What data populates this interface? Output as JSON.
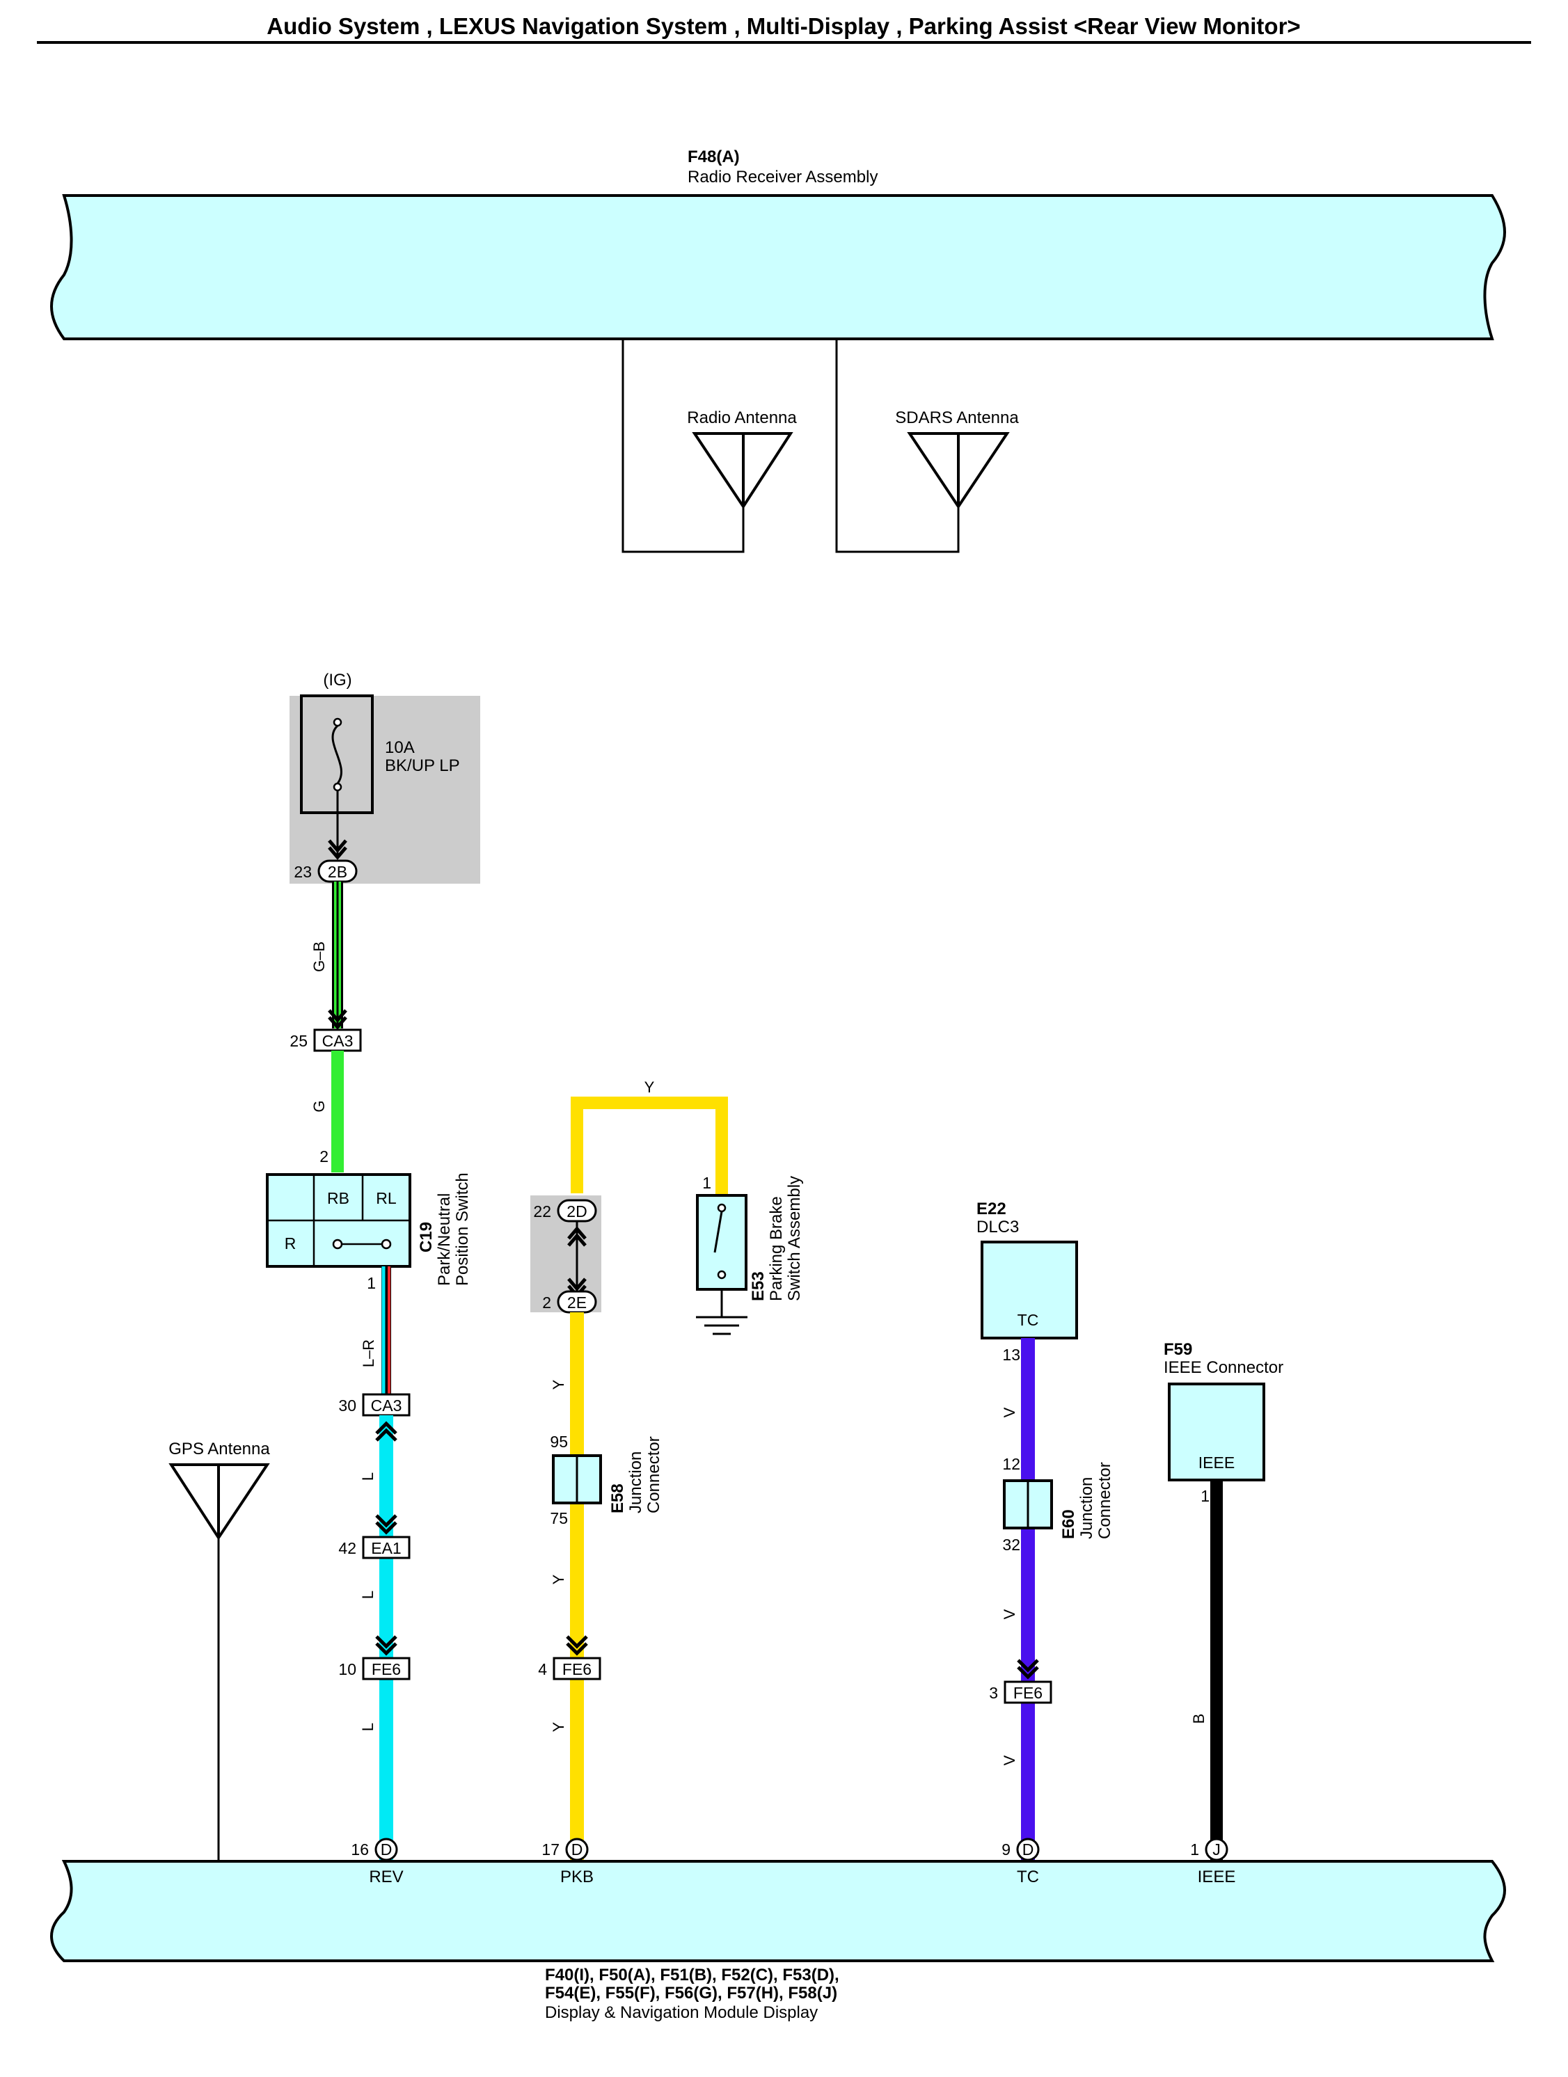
{
  "title": "Audio System , LEXUS Navigation System , Multi-Display , Parking Assist <Rear View Monitor>",
  "colors": {
    "component_fill": "#ccffff",
    "relay_box_fill": "#cccccc",
    "wire_g": "#33ee33",
    "wire_l": "#00eaf5",
    "wire_y": "#ffe000",
    "wire_v": "#4a10ee",
    "wire_b": "#000000",
    "wire_r": "#ff2a2a"
  },
  "radio_receiver": {
    "code": "F48(A)",
    "name": "Radio Receiver Assembly"
  },
  "radio_antenna": {
    "name": "Radio Antenna"
  },
  "sdars_antenna": {
    "name": "SDARS Antenna"
  },
  "gps_antenna": {
    "name": "GPS Antenna"
  },
  "fuse": {
    "supply": "(IG)",
    "rating": "10A",
    "name": "BK/UP LP",
    "pin": "23",
    "connector": "2B"
  },
  "wires": {
    "g_b": "G–B",
    "g": "G",
    "l_r": "L–R",
    "l": "L",
    "y": "Y",
    "v": "V",
    "b": "B"
  },
  "connectors": {
    "ca3_top": {
      "pin": "25",
      "code": "CA3"
    },
    "ca3_bottom": {
      "pin": "30",
      "code": "CA3"
    },
    "ea1": {
      "pin": "42",
      "code": "EA1"
    },
    "fe6_rev": {
      "pin": "10",
      "code": "FE6"
    },
    "fe6_pkb": {
      "pin": "4",
      "code": "FE6"
    },
    "fe6_tc": {
      "pin": "3",
      "code": "FE6"
    },
    "jb_2d": {
      "pin": "22",
      "code": "2D"
    },
    "jb_2e": {
      "pin": "2",
      "code": "2E"
    }
  },
  "park_switch": {
    "code": "C19",
    "name_line1": "Park/Neutral",
    "name_line2": "Position Switch",
    "pin_in": "2",
    "pin_out": "1",
    "col_rb": "RB",
    "col_rl": "RL",
    "row_r": "R"
  },
  "parking_brake": {
    "code": "E53",
    "name_line1": "Parking Brake",
    "name_line2": "Switch Assembly",
    "pin": "1"
  },
  "e58": {
    "code": "E58",
    "name_line1": "Junction",
    "name_line2": "Connector",
    "pin_in": "95",
    "pin_out": "75"
  },
  "e60": {
    "code": "E60",
    "name_line1": "Junction",
    "name_line2": "Connector",
    "pin_in": "12",
    "pin_out": "32"
  },
  "dlc3": {
    "code": "E22",
    "name": "DLC3",
    "terminal": "TC",
    "pin": "13"
  },
  "ieee_connector": {
    "code": "F59",
    "name": "IEEE Connector",
    "terminal": "IEEE",
    "pin": "1"
  },
  "display_module": {
    "codes_line1": "F40(I), F50(A), F51(B), F52(C), F53(D),",
    "codes_line2": "F54(E), F55(F), F56(G), F57(H), F58(J)",
    "name": "Display & Navigation Module Display",
    "terminals": [
      {
        "pin": "16",
        "conn": "D",
        "label": "REV"
      },
      {
        "pin": "17",
        "conn": "D",
        "label": "PKB"
      },
      {
        "pin": "9",
        "conn": "D",
        "label": "TC"
      },
      {
        "pin": "1",
        "conn": "J",
        "label": "IEEE"
      }
    ]
  }
}
